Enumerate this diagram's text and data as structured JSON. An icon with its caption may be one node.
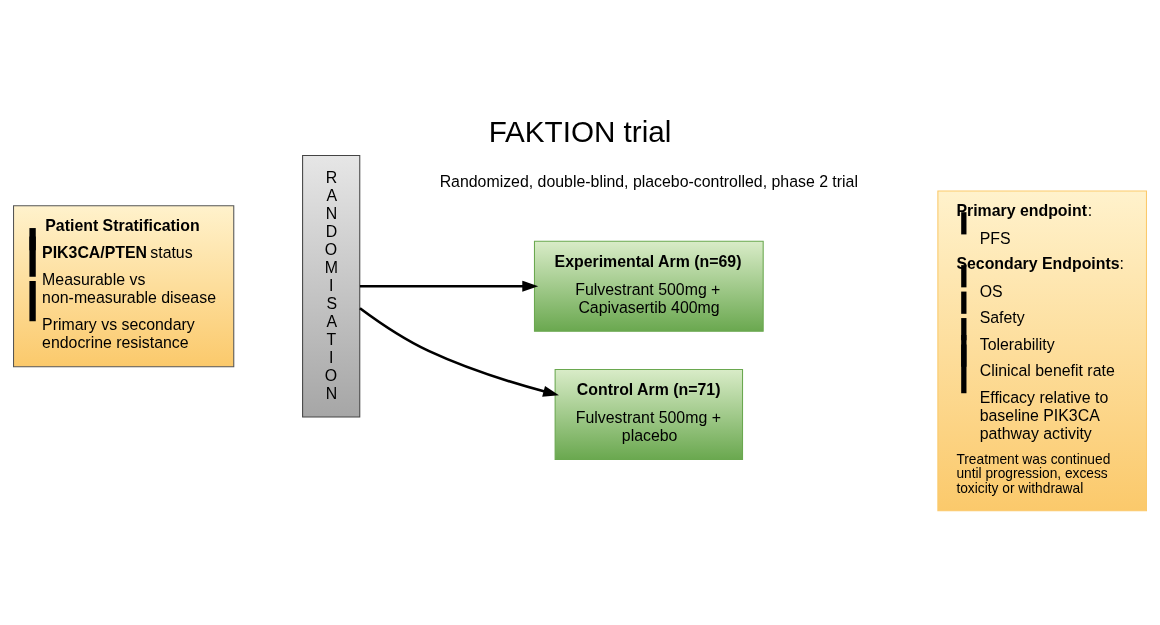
{
  "diagram": {
    "title": "FAKTION trial",
    "nodes": [
      {
        "text": [
          "Patient Stratification",
          "**PIK3CA/PTEN** status",
          "Measurable vs non-measurable disease",
          "Primary vs secondary endocrine resistance"
        ]
      },
      {
        "text": [
          "RANDOMISATION"
        ]
      },
      {
        "text": [
          "Experimental Arm (n=69)",
          "Fulvestrant 500mg + Capivasertib 400mg"
        ]
      },
      {
        "text": [
          "Control Arm (n=71)",
          "Fulvestrant 500mg + placebo"
        ]
      },
      {
        "text": [
          "**Primary endpoint**:",
          "PFS",
          "**Secondary Endpoints**:",
          "OS",
          "Safety",
          "Tolerability",
          "Clinical benefit rate",
          "Efficacy relative to baseline PIK3CA pathway activity",
          "Treatment was continued until progression, excess toxicity or withdrawal"
        ]
      }
    ],
    "edges": [
      {
        "from": 1,
        "to": 2,
        "arrow": "to"
      },
      {
        "from": 1,
        "to": 3,
        "arrow": "to"
      }
    ],
    "labels": [
      "Randomized, double-blind, placebo-controlled, phase 2 trial"
    ]
  }
}
